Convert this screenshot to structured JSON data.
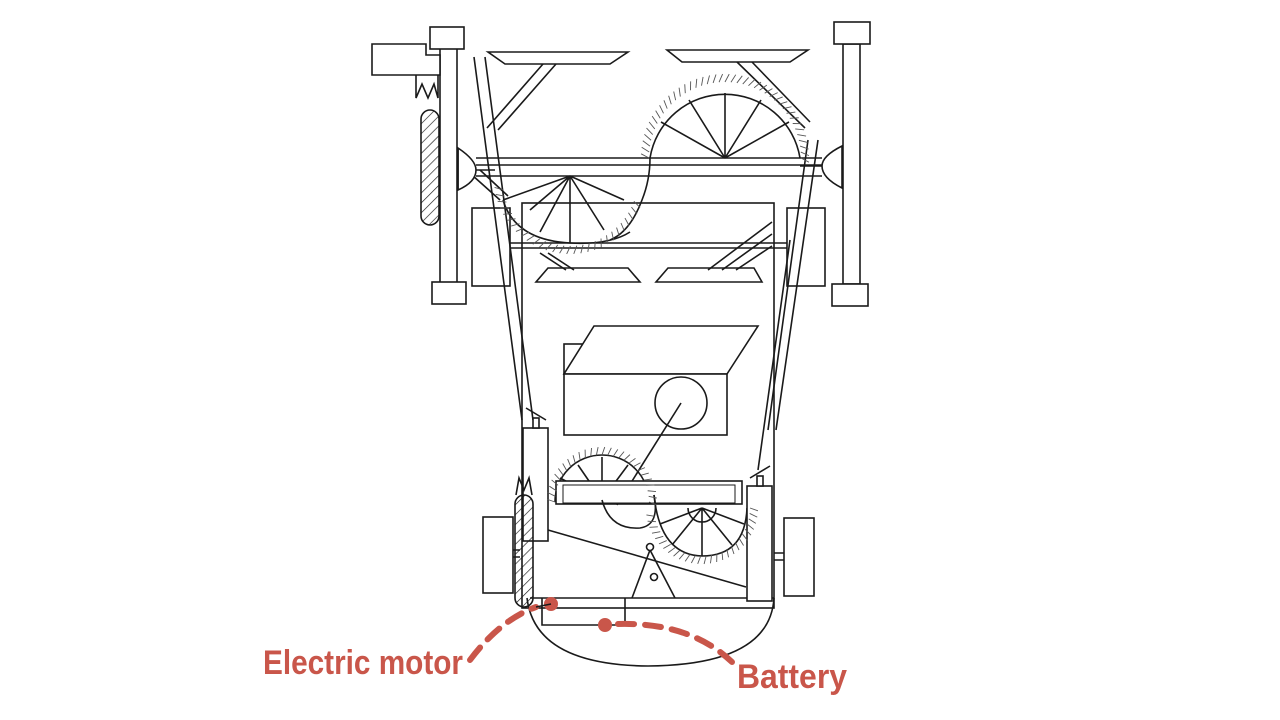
{
  "diagram": {
    "type": "technical line drawing (top view of vehicle drivetrain)",
    "accent_color": "#c9564a",
    "line_color": "#1a1a1a",
    "labels": [
      {
        "id": "electric-motor",
        "text": "Electric motor"
      },
      {
        "id": "battery",
        "text": "Battery"
      }
    ]
  }
}
